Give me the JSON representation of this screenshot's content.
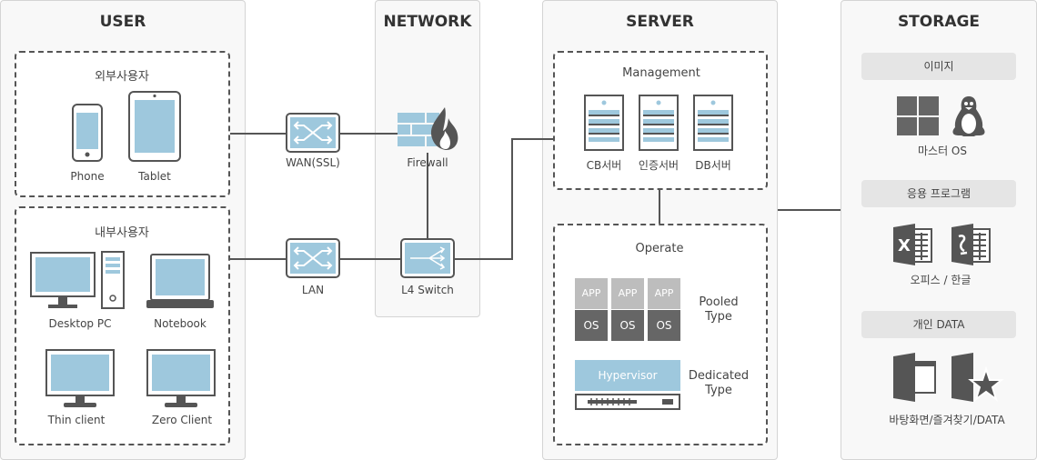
{
  "panels": {
    "user": "USER",
    "network": "NETWORK",
    "server": "SERVER",
    "storage": "STORAGE"
  },
  "user": {
    "external_group": "외부사용자",
    "internal_group": "내부사용자",
    "devices": {
      "phone": "Phone",
      "tablet": "Tablet",
      "desktop": "Desktop PC",
      "notebook": "Notebook",
      "thin_client": "Thin client",
      "zero_client": "Zero Client"
    }
  },
  "network": {
    "wan": "WAN(SSL)",
    "lan": "LAN",
    "firewall": "Firewall",
    "l4": "L4 Switch"
  },
  "server": {
    "management": "Management",
    "servers": [
      "CB서버",
      "인증서버",
      "DB서버"
    ],
    "operate": "Operate",
    "app_label": "APP",
    "os_label": "OS",
    "pooled_1": "Pooled",
    "pooled_2": "Type",
    "hypervisor": "Hypervisor",
    "dedicated_1": "Dedicated",
    "dedicated_2": "Type"
  },
  "storage": {
    "image_header": "이미지",
    "image_caption": "마스터 OS",
    "app_header": "응용 프로그램",
    "app_caption": "오피스 / 한글",
    "data_header": "개인 DATA",
    "data_caption": "바탕화면/즐겨찾기/DATA"
  },
  "colors": {
    "accent_blue": "#9ec8dd",
    "dark_gray": "#555555",
    "panel_bg": "#f8f8f8"
  }
}
